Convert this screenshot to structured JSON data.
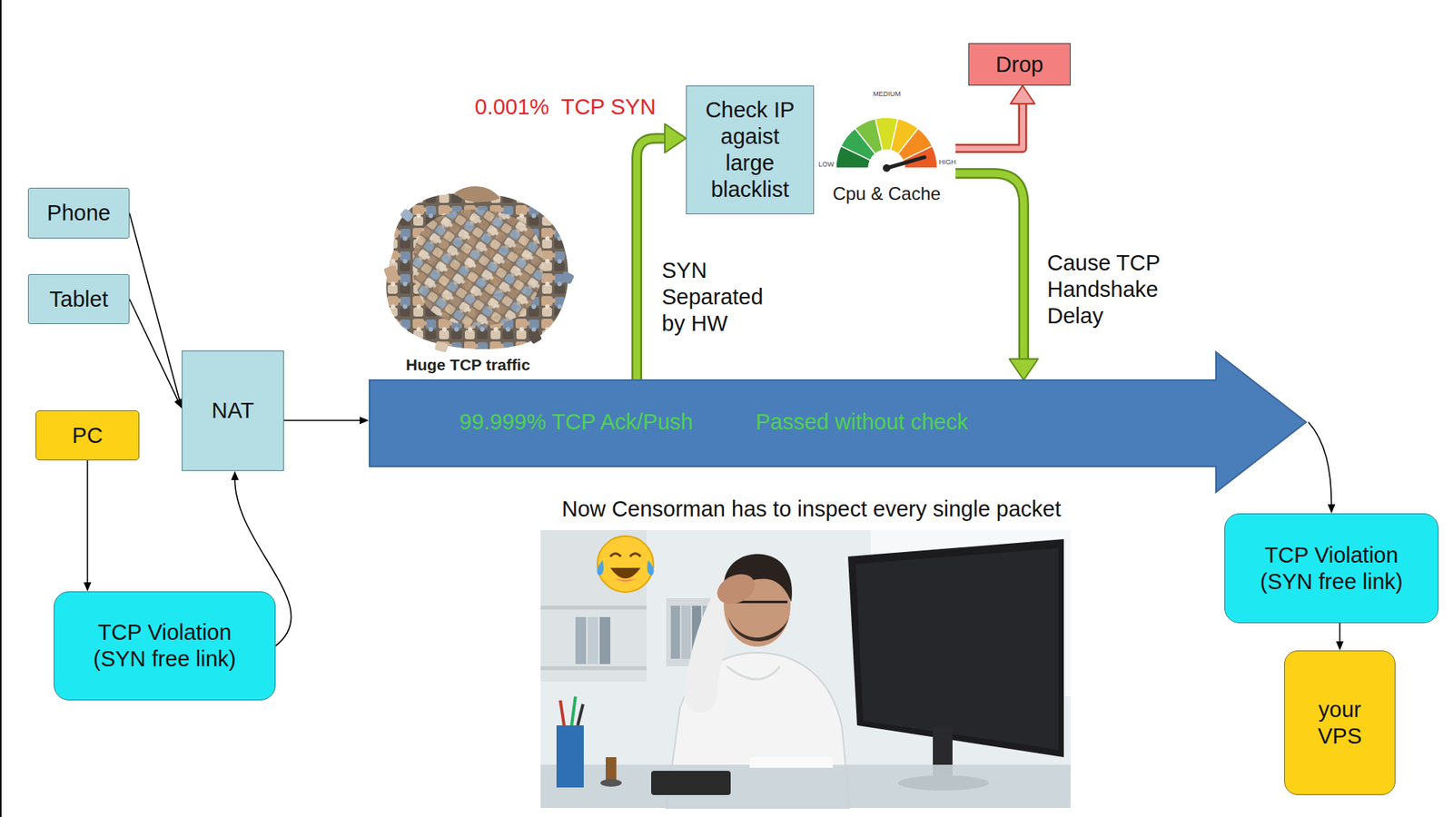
{
  "diagram": {
    "nodes": [
      {
        "text": [
          "Phone"
        ]
      },
      {
        "text": [
          "Tablet"
        ]
      },
      {
        "text": [
          "PC"
        ]
      },
      {
        "text": [
          "NAT"
        ]
      },
      {
        "text": [
          "TCP Violation (SYN free link)"
        ]
      },
      {
        "text": [
          "99.999% TCP Ack/Push",
          "Passed without check"
        ]
      },
      {
        "text": [
          "Check IP agaist large blacklist"
        ]
      },
      {
        "text": [
          "Cpu & Cache"
        ]
      },
      {
        "text": [
          "Drop"
        ]
      },
      {
        "text": [
          "TCP Violation (SYN free link)"
        ]
      },
      {
        "text": [
          "your VPS"
        ]
      }
    ],
    "edges": [
      {
        "from": 0,
        "to": 3,
        "arrow": "to"
      },
      {
        "from": 1,
        "to": 3,
        "arrow": "to"
      },
      {
        "from": 2,
        "to": 4,
        "arrow": "to"
      },
      {
        "from": 4,
        "to": 3,
        "arrow": "to"
      },
      {
        "from": 3,
        "to": 5,
        "arrow": "to"
      },
      {
        "from": 5,
        "to": 6,
        "arrow": "to",
        "label": "SYN Separated by HW"
      },
      {
        "from": 7,
        "to": 8,
        "arrow": "to"
      },
      {
        "from": 7,
        "to": 5,
        "arrow": "to",
        "label": "Cause TCP Handshake Delay"
      },
      {
        "from": 5,
        "to": 9,
        "arrow": "to"
      },
      {
        "from": 9,
        "to": 10,
        "arrow": "to"
      }
    ],
    "labels": [
      "0.001%  TCP SYN",
      "Huge TCP traffic",
      "MEDIUM",
      "LOW",
      "HIGH",
      "Now Censorman has to inspect every single packet"
    ]
  }
}
